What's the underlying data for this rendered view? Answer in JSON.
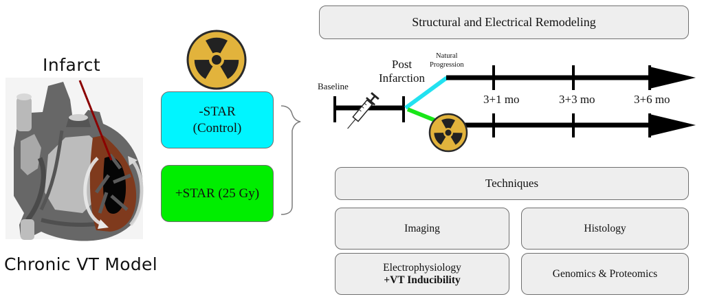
{
  "left_panel": {
    "infarct_label": "Infarct",
    "model_label": "Chronic VT Model"
  },
  "groups": {
    "radiation_icon": "radiation-hazard-icon",
    "control": {
      "line1": "-STAR",
      "line2": "(Control)",
      "color": "#00f5ff"
    },
    "treated": {
      "label": "+STAR (25 Gy)",
      "color": "#00ee00"
    }
  },
  "timeline": {
    "header": "Structural and Electrical Remodeling",
    "baseline_label": "Baseline",
    "post_infarction_line1": "Post",
    "post_infarction_line2": "Infarction",
    "natural_progression_line1": "Natural",
    "natural_progression_line2": "Progression",
    "timepoints": [
      "3+1 mo",
      "3+3 mo",
      "3+6 mo"
    ],
    "injection_icon": "syringe-icon",
    "colors": {
      "natural": "#22e1f0",
      "treated": "#19e619",
      "axis": "#000000"
    }
  },
  "techniques": {
    "header": "Techniques",
    "items": [
      {
        "label": "Imaging"
      },
      {
        "label": "Histology"
      },
      {
        "label": "Electrophysiology",
        "sublabel": "+VT Inducibility"
      },
      {
        "label": "Genomics & Proteomics"
      }
    ]
  }
}
